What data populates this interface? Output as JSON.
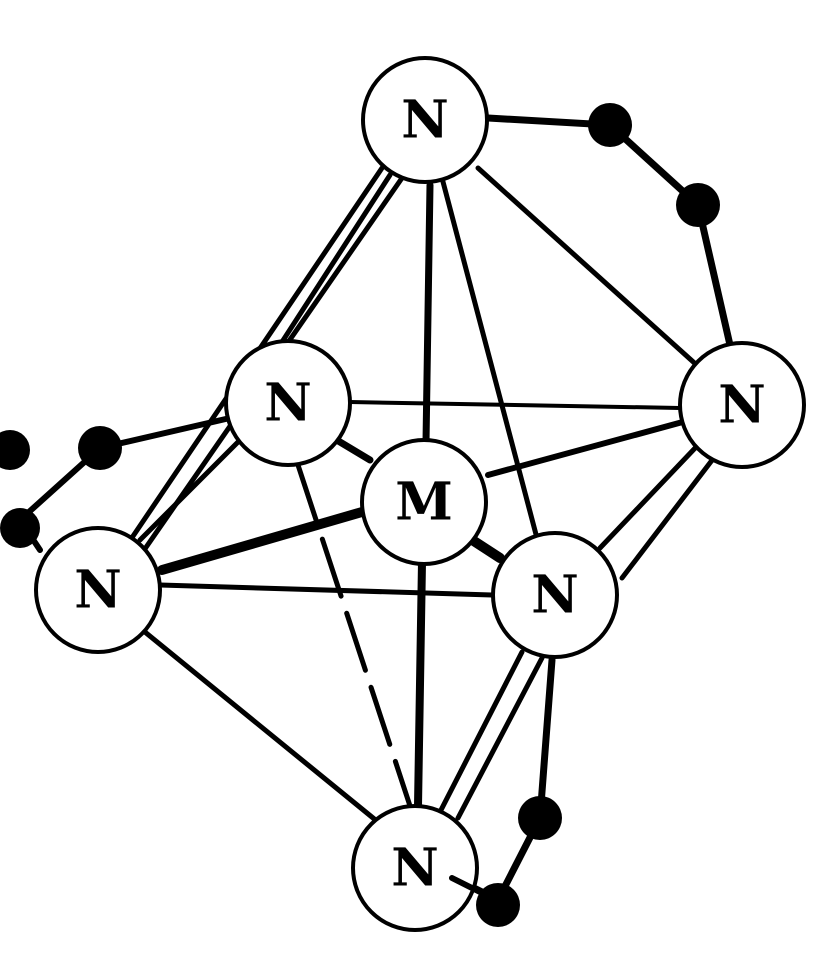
{
  "colors": {
    "ink": "#000000",
    "background": "#ffffff"
  },
  "atoms": [
    {
      "id": "n_top",
      "label": "N"
    },
    {
      "id": "n_upper_left",
      "label": "N"
    },
    {
      "id": "m_center",
      "label": "M"
    },
    {
      "id": "n_right",
      "label": "N"
    },
    {
      "id": "n_left",
      "label": "N"
    },
    {
      "id": "n_front",
      "label": "N"
    },
    {
      "id": "n_bottom",
      "label": "N"
    }
  ]
}
